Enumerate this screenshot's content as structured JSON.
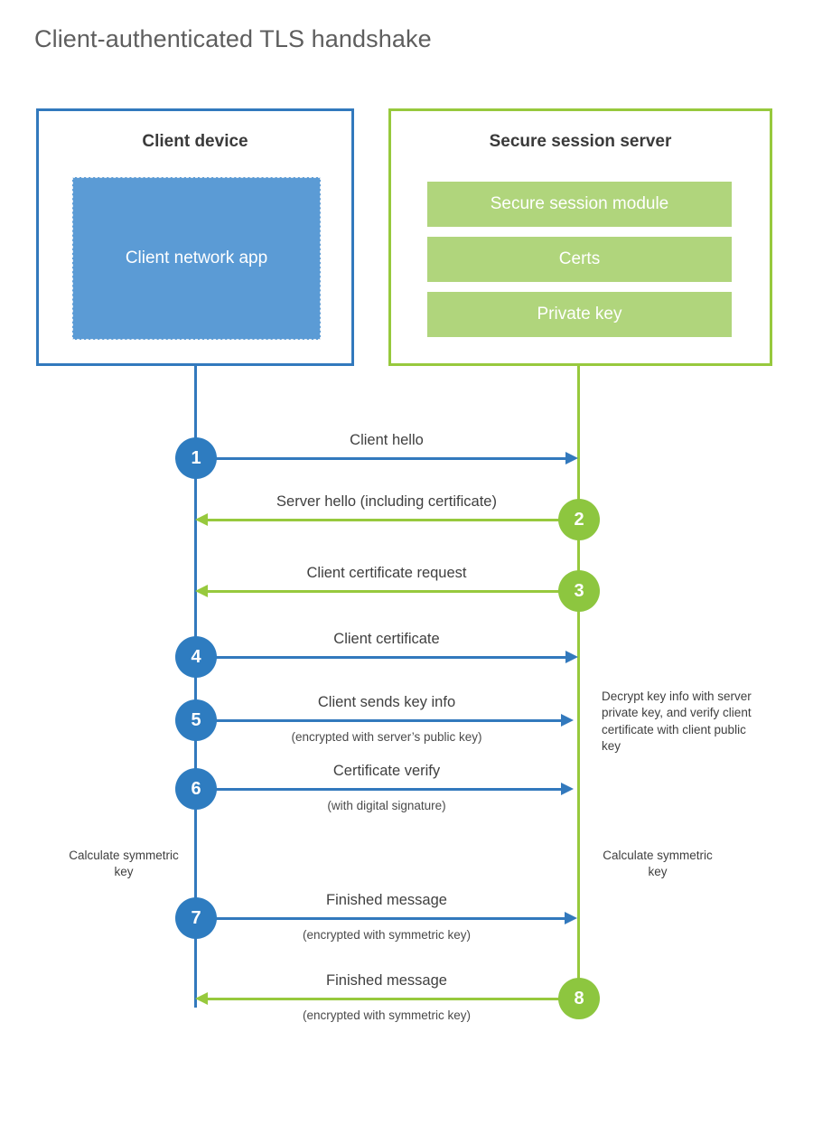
{
  "diagram": {
    "title": "Client-authenticated TLS handshake",
    "colors": {
      "client_blue": "#3279bd",
      "client_step": "#2e7cc0",
      "client_app_fill": "#5b9bd5",
      "server_green": "#97c93d",
      "server_step": "#8dc63f",
      "server_item_fill": "#b0d57c",
      "text": "#3f3f3f",
      "title_text": "#5e5e5e"
    },
    "parties": {
      "client": {
        "title": "Client device",
        "app_label": "Client network app"
      },
      "server": {
        "title": "Secure session server",
        "items": [
          {
            "label": "Secure session module"
          },
          {
            "label": "Certs"
          },
          {
            "label": "Private key"
          }
        ]
      }
    },
    "messages": [
      {
        "number": "1",
        "direction": "client-to-server",
        "label": "Client hello",
        "sublabel": ""
      },
      {
        "number": "2",
        "direction": "server-to-client",
        "label": "Server hello (including certificate)",
        "sublabel": ""
      },
      {
        "number": "3",
        "direction": "server-to-client",
        "label": "Client certificate request",
        "sublabel": ""
      },
      {
        "number": "4",
        "direction": "client-to-server",
        "label": "Client certificate",
        "sublabel": ""
      },
      {
        "number": "5",
        "direction": "client-to-server",
        "label": "Client sends key info",
        "sublabel": "(encrypted with server’s public key)"
      },
      {
        "number": "6",
        "direction": "client-to-server",
        "label": "Certificate verify",
        "sublabel": "(with digital signature)"
      },
      {
        "number": "7",
        "direction": "client-to-server",
        "label": "Finished message",
        "sublabel": "(encrypted with symmetric key)"
      },
      {
        "number": "8",
        "direction": "server-to-client",
        "label": "Finished message",
        "sublabel": "(encrypted with symmetric key)"
      }
    ],
    "annotations": {
      "server_decrypt": "Decrypt key info with server private key, and verify client certificate with client public key",
      "client_calculate": "Calculate symmetric key",
      "server_calculate": "Calculate symmetric key"
    }
  }
}
